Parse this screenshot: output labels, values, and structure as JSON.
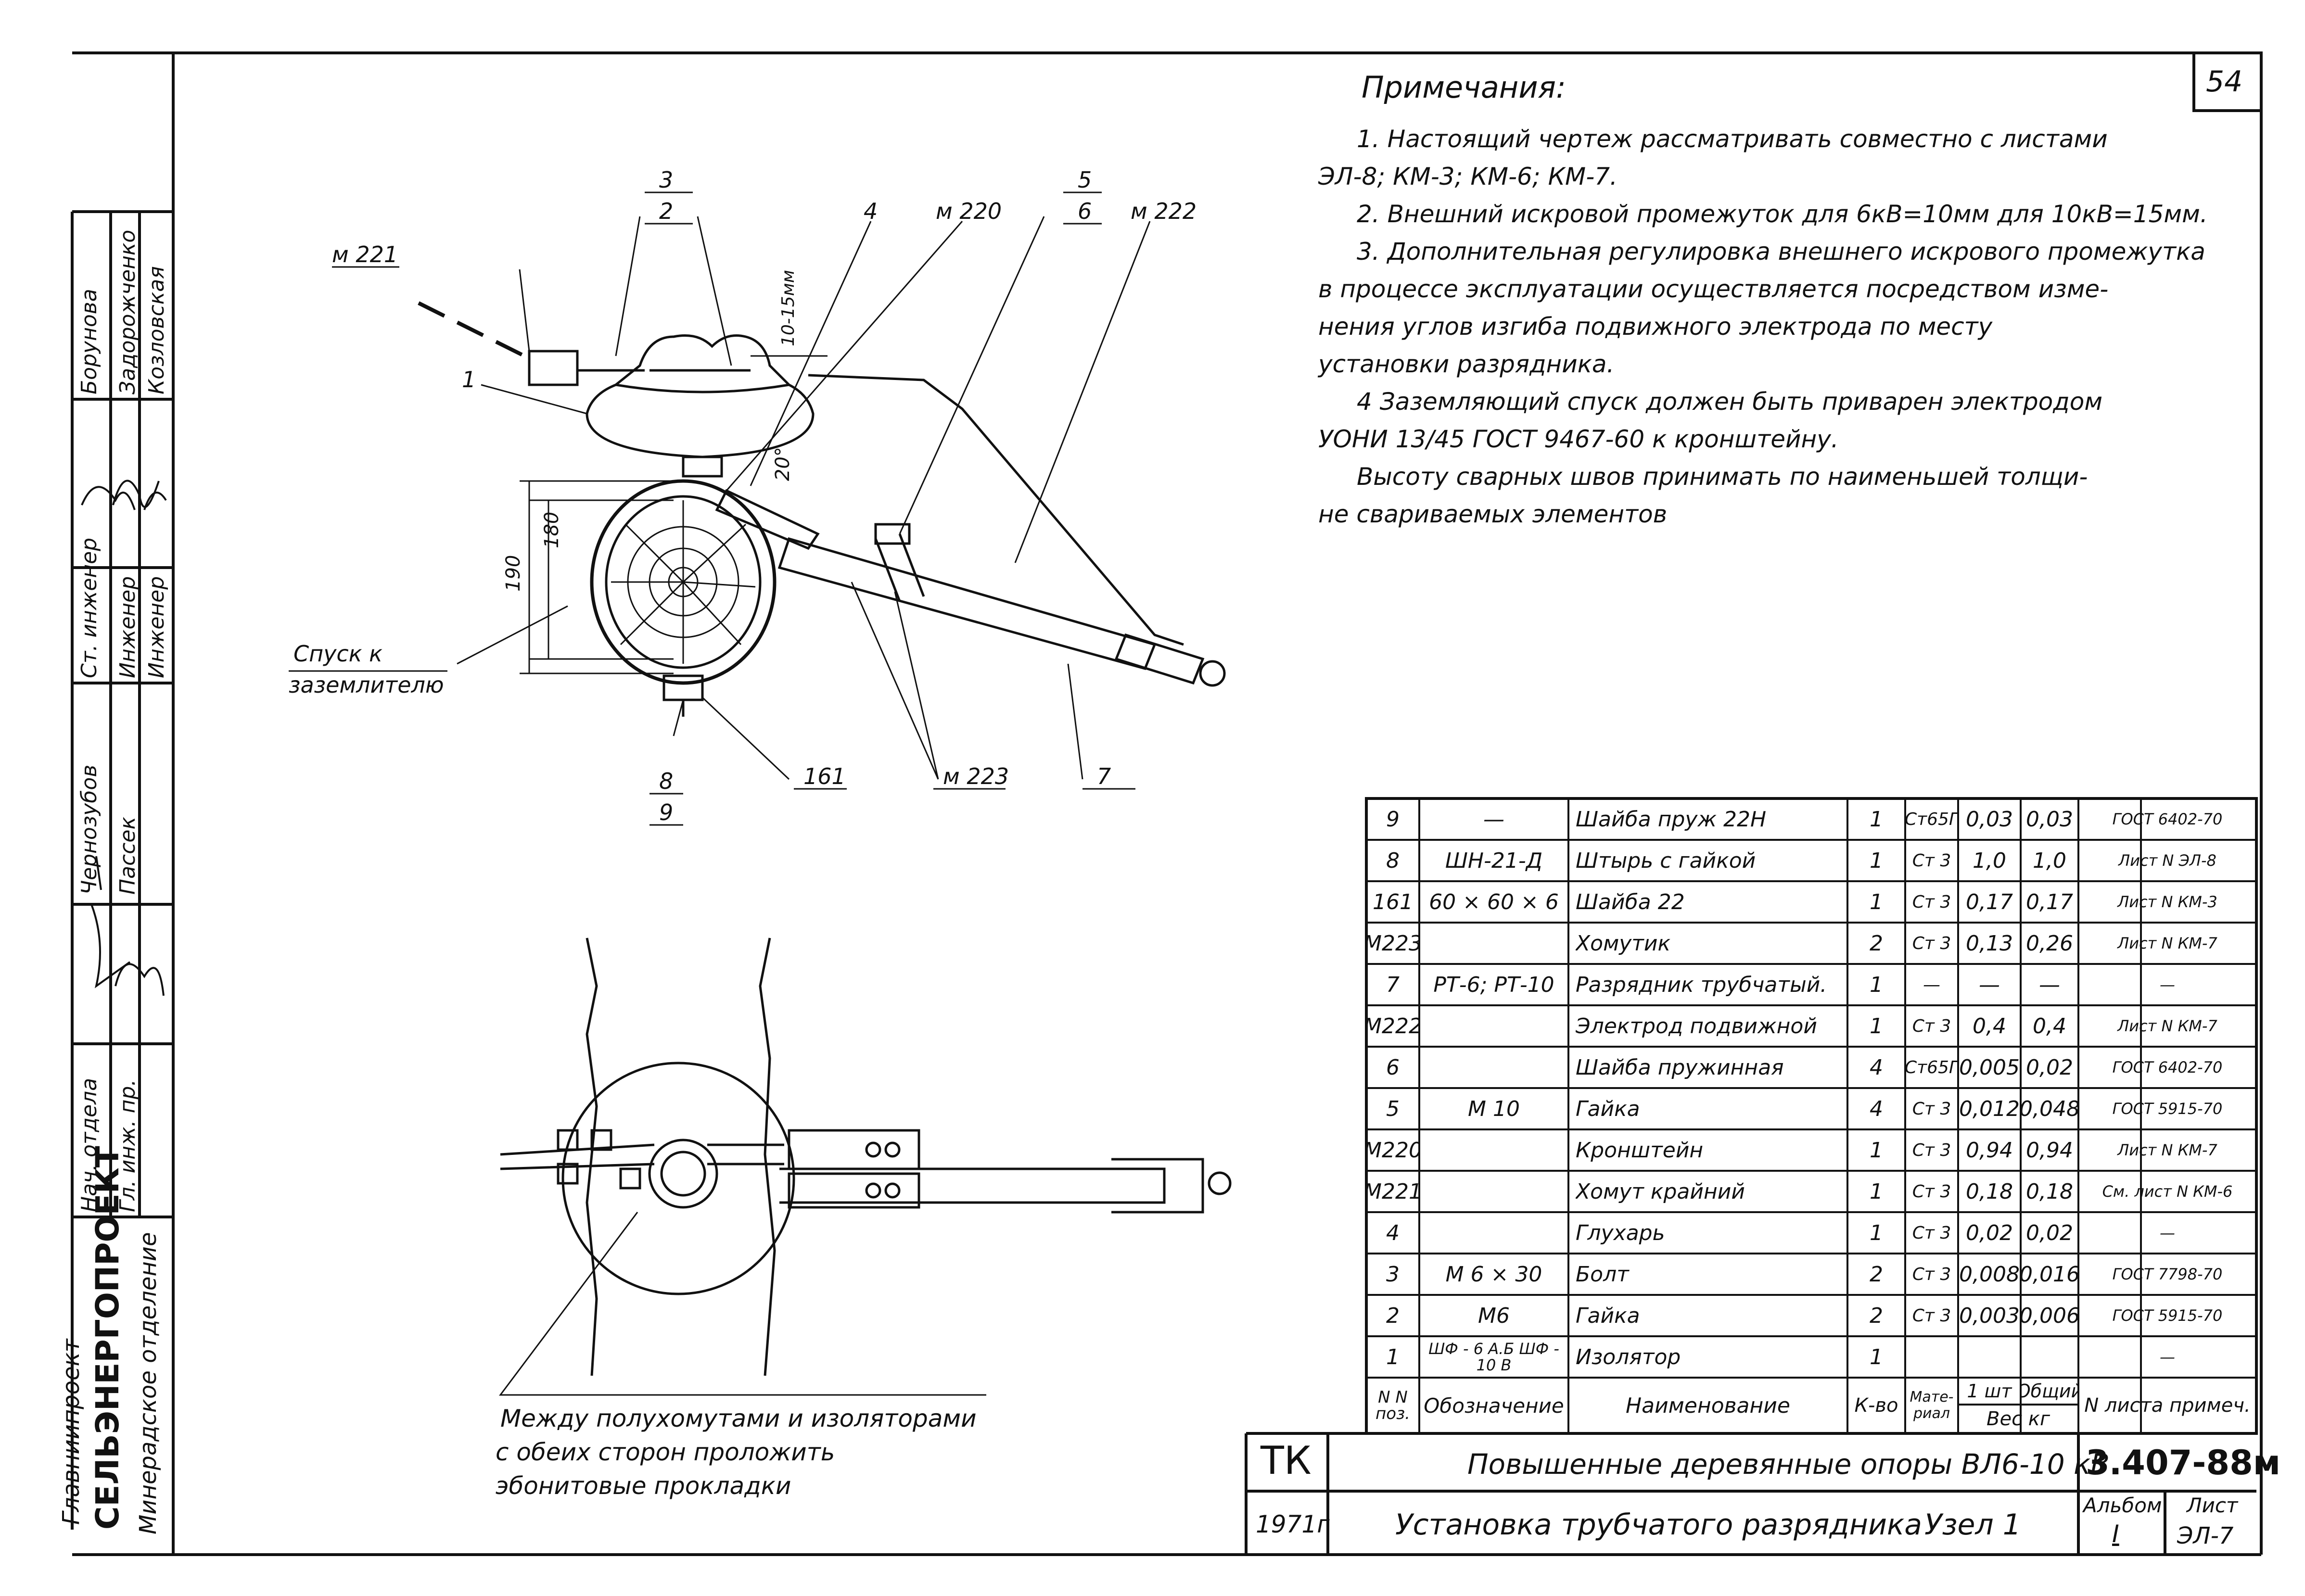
{
  "page_number": "54",
  "notes": {
    "heading": "Примечания:",
    "lines": [
      "1. Настоящий чертеж рассматривать совместно с листами",
      "ЭЛ-8; КМ-3; КМ-6; КМ-7.",
      "2. Внешний искровой промежуток для 6кВ=10мм для 10кВ=15мм.",
      "3. Дополнительная регулировка внешнего искрового промежутка",
      "в процессе эксплуатации осуществляется посредством изме-",
      "нения углов изгиба подвижного электрода по месту",
      "установки разрядника.",
      "4 Заземляющий спуск должен быть приварен электродом",
      "УОНИ 13/45 ГОСТ 9467-60 к кронштейну.",
      "Высоту сварных швов принимать по наименьшей толщи-",
      "не свариваемых элементов"
    ]
  },
  "drawing_labels": {
    "l3": "3",
    "l2": "2",
    "l4": "4",
    "m220": "м 220",
    "l5": "5",
    "l6": "6",
    "m222": "м 222",
    "m221": "м 221",
    "l1": "1",
    "gap": "10-15мм",
    "angle": "20°",
    "d180": "180",
    "d190": "190",
    "spusk1": "Спуск к",
    "spusk2": "заземлителю",
    "l8": "8",
    "l9": "9",
    "l161": "161",
    "m223": "м 223",
    "l7": "7"
  },
  "lower_note": {
    "line1": "Между полухомутами и изоляторами",
    "line2": "с обеих сторон проложить",
    "line3": "эбонитовые прокладки"
  },
  "left_stamp": {
    "org1": "Главниипроект",
    "org2": "СЕЛЬЭНЕРГОПРОЕКТ",
    "org3": "Минерадское отделение",
    "roles_top": [
      "Нач. отдела",
      "Чернозубов",
      "Ст. инженер",
      "Борунова"
    ],
    "roles_mid": [
      "Гл. инж. пр.",
      "Пассек",
      "Инженер",
      "Задорожченко"
    ],
    "roles_bot": [
      "",
      "",
      "Инженер",
      "Козловская"
    ]
  },
  "table": {
    "header": {
      "pos": "N N поз.",
      "designation": "Обозначение",
      "name": "Наименование",
      "qty": "К-во",
      "material": "Мате-риал",
      "unit_weight": "1 шт",
      "total_weight": "Общий",
      "weight": "Вес кг",
      "note": "N листа примеч."
    },
    "rows": [
      {
        "pos": "9",
        "des": "—",
        "name": "Шайба пруж 22Н",
        "qty": "1",
        "mat": "Ст65Г",
        "w1": "0,03",
        "w2": "0,03",
        "note": "ГОСТ 6402-70"
      },
      {
        "pos": "8",
        "des": "ШН-21-Д",
        "name": "Штырь с гайкой",
        "qty": "1",
        "mat": "Ст 3",
        "w1": "1,0",
        "w2": "1,0",
        "note": "Лист N ЭЛ-8"
      },
      {
        "pos": "161",
        "des": "60 × 60 × 6",
        "name": "Шайба 22",
        "qty": "1",
        "mat": "Ст 3",
        "w1": "0,17",
        "w2": "0,17",
        "note": "Лист N КМ-3"
      },
      {
        "pos": "М223",
        "des": "",
        "name": "Хомутик",
        "qty": "2",
        "mat": "Ст 3",
        "w1": "0,13",
        "w2": "0,26",
        "note": "Лист N КМ-7"
      },
      {
        "pos": "7",
        "des": "РТ-6; РТ-10",
        "name": "Разрядник трубчатый.",
        "qty": "1",
        "mat": "—",
        "w1": "—",
        "w2": "—",
        "note": "—"
      },
      {
        "pos": "М222",
        "des": "",
        "name": "Электрод подвижной",
        "qty": "1",
        "mat": "Ст 3",
        "w1": "0,4",
        "w2": "0,4",
        "note": "Лист N КМ-7"
      },
      {
        "pos": "6",
        "des": "",
        "name": "Шайба пружинная",
        "qty": "4",
        "mat": "Ст65Г",
        "w1": "0,005",
        "w2": "0,02",
        "note": "ГОСТ 6402-70"
      },
      {
        "pos": "5",
        "des": "М 10",
        "name": "Гайка",
        "qty": "4",
        "mat": "Ст 3",
        "w1": "0,012",
        "w2": "0,048",
        "note": "ГОСТ 5915-70"
      },
      {
        "pos": "М220",
        "des": "",
        "name": "Кронштейн",
        "qty": "1",
        "mat": "Ст 3",
        "w1": "0,94",
        "w2": "0,94",
        "note": "Лист N КМ-7"
      },
      {
        "pos": "М221",
        "des": "",
        "name": "Хомут крайний",
        "qty": "1",
        "mat": "Ст 3",
        "w1": "0,18",
        "w2": "0,18",
        "note": "См. лист N КМ-6"
      },
      {
        "pos": "4",
        "des": "",
        "name": "Глухарь",
        "qty": "1",
        "mat": "Ст 3",
        "w1": "0,02",
        "w2": "0,02",
        "note": "—"
      },
      {
        "pos": "3",
        "des": "М 6 × 30",
        "name": "Болт",
        "qty": "2",
        "mat": "Ст 3",
        "w1": "0,008",
        "w2": "0,016",
        "note": "ГОСТ 7798-70"
      },
      {
        "pos": "2",
        "des": "М6",
        "name": "Гайка",
        "qty": "2",
        "mat": "Ст 3",
        "w1": "0,003",
        "w2": "0,006",
        "note": "ГОСТ 5915-70"
      },
      {
        "pos": "1",
        "des": "ШФ - 6 А.Б ШФ - 10 В",
        "name": "Изолятор",
        "qty": "1",
        "mat": "",
        "w1": "",
        "w2": "",
        "note": "—"
      }
    ]
  },
  "title_block": {
    "tk": "ТК",
    "title1": "Повышенные деревянные опоры ВЛ6-10 кВ",
    "doc_no": "3.407-88м",
    "year": "1971г",
    "title2": "Установка трубчатого разрядника",
    "node": "Узел 1",
    "album_label": "Альбом",
    "album_value": "I",
    "sheet_label": "Лист",
    "sheet_value": "ЭЛ-7"
  }
}
